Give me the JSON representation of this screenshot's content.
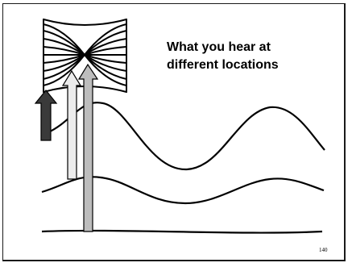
{
  "slide": {
    "title_line1": "What you hear at",
    "title_line2": "different locations",
    "page_number": "140"
  },
  "icons": [
    "standing-wave-envelope-icon",
    "arrow-up-dark-icon",
    "arrow-up-light-icon",
    "arrow-up-gray-icon"
  ]
}
